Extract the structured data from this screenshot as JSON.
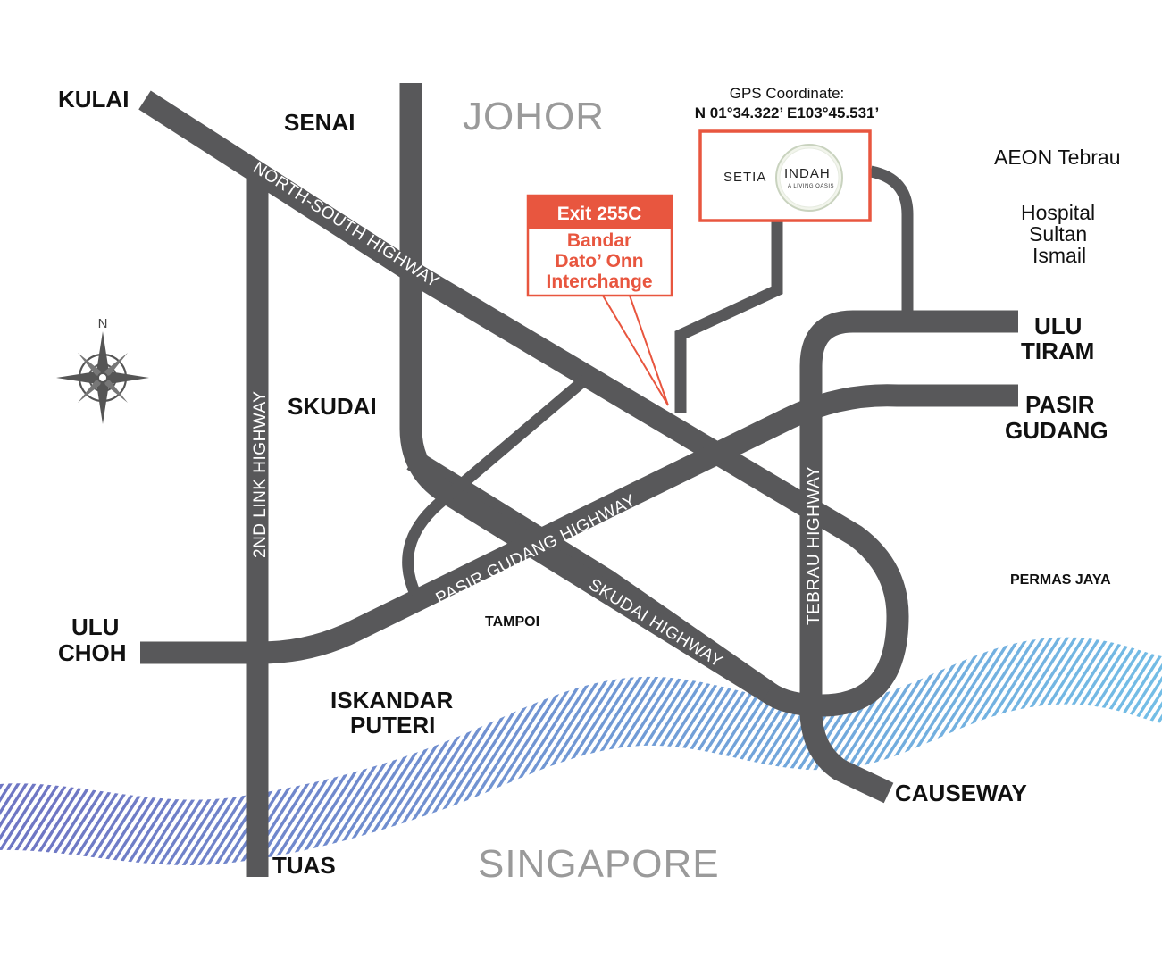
{
  "regions": {
    "north": "JOHOR",
    "south": "SINGAPORE"
  },
  "places": {
    "kulai": "KULAI",
    "senai": "SENAI",
    "skudai": "SKUDAI",
    "ulu_choh_1": "ULU",
    "ulu_choh_2": "CHOH",
    "iskandar_1": "ISKANDAR",
    "iskandar_2": "PUTERI",
    "tuas": "TUAS",
    "tampoi": "TAMPOI",
    "causeway": "CAUSEWAY",
    "permas_jaya": "PERMAS JAYA",
    "ulu_tiram_1": "ULU",
    "ulu_tiram_2": "TIRAM",
    "pasir_gudang_1": "PASIR",
    "pasir_gudang_2": "GUDANG",
    "aeon": "AEON Tebrau",
    "hospital_1": "Hospital",
    "hospital_2": "Sultan",
    "hospital_3": "Ismail"
  },
  "highways": {
    "north_south": "NORTH-SOUTH HIGHWAY",
    "second_link": "2ND LINK HIGHWAY",
    "pasir_gudang": "PASIR GUDANG HIGHWAY",
    "skudai": "SKUDAI HIGHWAY",
    "tebrau": "TEBRAU HIGHWAY"
  },
  "gps": {
    "heading": "GPS Coordinate:",
    "value": "N 01°34.322’ E103°45.531’"
  },
  "exit": {
    "title": "Exit 255C",
    "line1": "Bandar",
    "line2": "Dato’ Onn",
    "line3": "Interchange"
  },
  "project": {
    "name_left": "SETIA",
    "name_right": "INDAH",
    "tagline": "A LIVING OASIS"
  },
  "compass": {
    "north": "N"
  },
  "colors": {
    "road": "#58585a",
    "accent": "#e8563f",
    "water_left": "#6f77c4",
    "water_right": "#74c6ea",
    "muted": "#9a9a9a"
  }
}
